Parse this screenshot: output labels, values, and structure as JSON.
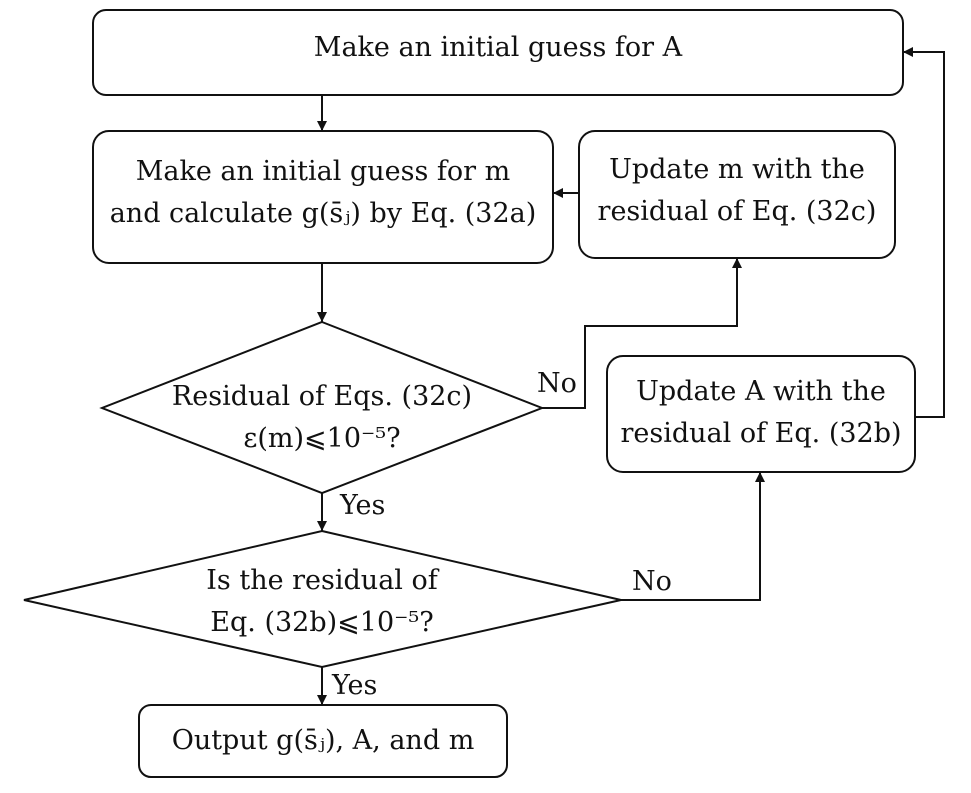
{
  "nodes": {
    "initial_guess_A": {
      "line1": "Make an initial guess for A"
    },
    "initial_guess_m": {
      "line1": "Make an initial guess for m",
      "line2": "and calculate g(s̄ⱼ) by Eq. (32a)"
    },
    "update_m": {
      "line1": "Update m with the",
      "line2": "residual of Eq. (32c)"
    },
    "decision_32c": {
      "line1": "Residual of Eqs. (32c)",
      "line2": "ε(m)⩽10⁻⁵?"
    },
    "update_A": {
      "line1": "Update A with the",
      "line2": "residual of Eq. (32b)"
    },
    "decision_32b": {
      "line1": "Is the residual of",
      "line2": "Eq. (32b)⩽10⁻⁵?"
    },
    "output": {
      "line1": "Output g(s̄ⱼ), A, and m"
    }
  },
  "edge_labels": {
    "decision_32c_no": "No",
    "decision_32c_yes": "Yes",
    "decision_32b_no": "No",
    "decision_32b_yes": "Yes"
  }
}
